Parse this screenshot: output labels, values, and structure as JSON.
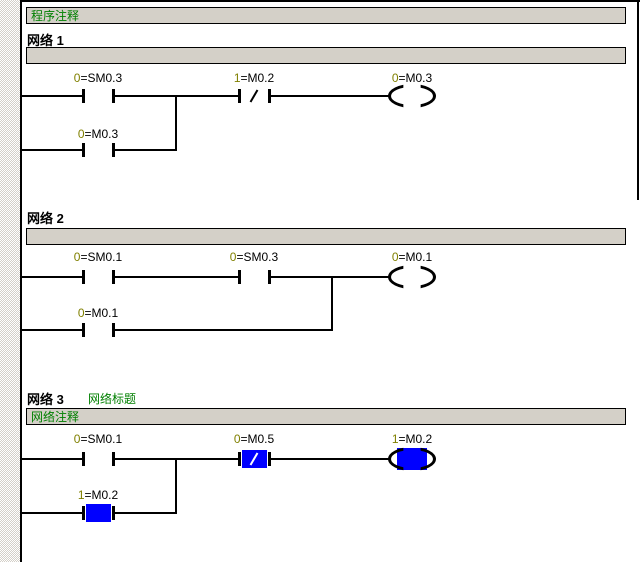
{
  "app": {
    "description": "PLC ladder logic program editor with status monitoring"
  },
  "colors": {
    "power_flow_blue": "#0000ff",
    "status_value_olive": "#808000",
    "comment_green": "#008000",
    "bar_gray": "#d4d0c8"
  },
  "program_comment_label": "程序注释",
  "networks": [
    {
      "title": "网络 1",
      "c1": {
        "val": "0",
        "addr": "=SM0.3"
      },
      "c2": {
        "val": "1",
        "addr": "=M0.2"
      },
      "b1": {
        "val": "0",
        "addr": "=M0.3"
      },
      "coil": {
        "val": "0",
        "addr": "=M0.3"
      }
    },
    {
      "title": "网络 2",
      "c1": {
        "val": "0",
        "addr": "=SM0.1"
      },
      "c2": {
        "val": "0",
        "addr": "=SM0.3"
      },
      "b1": {
        "val": "0",
        "addr": "=M0.1"
      },
      "coil": {
        "val": "0",
        "addr": "=M0.1"
      }
    },
    {
      "title": "网络 3",
      "title_note": "网络标题",
      "comment": "网络注释",
      "c1": {
        "val": "0",
        "addr": "=SM0.1"
      },
      "c2": {
        "val": "0",
        "addr": "=M0.5"
      },
      "b1": {
        "val": "1",
        "addr": "=M0.2"
      },
      "coil": {
        "val": "1",
        "addr": "=M0.2"
      }
    }
  ]
}
